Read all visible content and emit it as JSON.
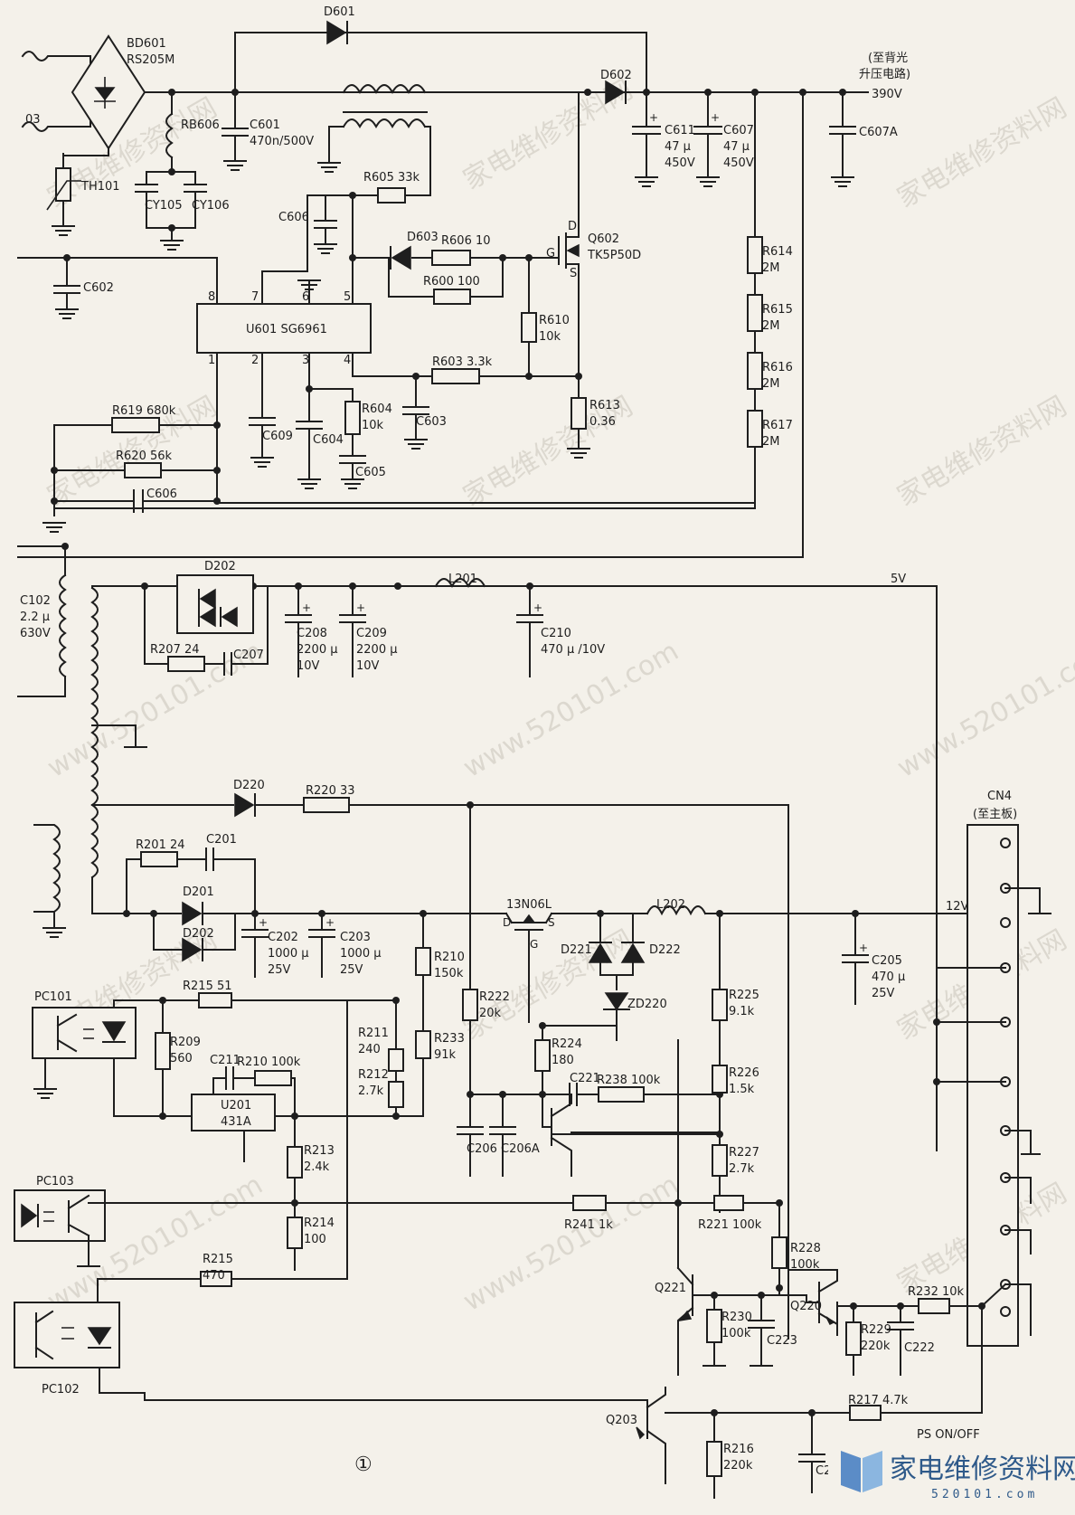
{
  "labels": {
    "bd601": "BD601",
    "rs205m": "RS205M",
    "d601": "D601",
    "d602": "D602",
    "to_backlight_1": "(至背光",
    "to_backlight_2": "升压电路)",
    "v390": "390V",
    "rb606": "RB606",
    "c601": "C601",
    "c601_val": "470n/500V",
    "c611": "C611",
    "c611_val": "47 μ",
    "c611_v": "450V",
    "c607": "C607",
    "c607_val": "47 μ",
    "c607_v": "450V",
    "c607a": "C607A",
    "th101": "TH101",
    "cy105": "CY105",
    "cy106": "CY106",
    "r605": "R605  33k",
    "c606_top": "C606",
    "d603": "D603",
    "r606": "R606  10",
    "q602": "Q602",
    "q602_part": "TK5P50D",
    "pin_d": "D",
    "pin_g": "G",
    "pin_s": "S",
    "r600": "R600  100",
    "c602": "C602",
    "pin8": "8",
    "pin7": "7",
    "pin6": "6",
    "pin5": "5",
    "pin1": "1",
    "pin2": "2",
    "pin3": "3",
    "pin4": "4",
    "u601": "U601  SG6961",
    "r610": "R610",
    "r610_val": "10k",
    "r603": "R603  3.3k",
    "r613": "R613",
    "r613_val": "0.36",
    "r614": "R614",
    "r614_val": "2M",
    "r615": "R615",
    "r615_val": "2M",
    "r616": "R616",
    "r616_val": "2M",
    "r617": "R617",
    "r617_val": "2M",
    "r619": "R619  680k",
    "r620": "R620  56k",
    "c606_bot": "C606",
    "c609": "C609",
    "c604": "C604",
    "r604": "R604",
    "r604_val": "10k",
    "c605": "C605",
    "c603": "C603",
    "label_03": "03",
    "c102": "C102",
    "c102_val": "2.2 μ",
    "c102_v": "630V",
    "d202_top": "D202",
    "r207": "R207  24",
    "c207": "C207",
    "c208": "C208",
    "c208_val": "2200 μ",
    "c208_v": "10V",
    "c209": "C209",
    "c209_val": "2200 μ",
    "c209_v": "10V",
    "l201": "L201",
    "v5": "5V",
    "c210": "C210",
    "c210_val": "470 μ /10V",
    "d220": "D220",
    "r220": "R220  33",
    "cn4": "CN4",
    "cn4_sub": "(至主板)",
    "r201": "R201  24",
    "c201": "C201",
    "d201": "D201",
    "d202_mid": "D202",
    "q13n06l": "13N06L",
    "l202": "L202",
    "v12": "12V",
    "c202": "C202",
    "c202_val": "1000 μ",
    "c202_v": "25V",
    "c203": "C203",
    "c203_val": "1000 μ",
    "c203_v": "25V",
    "r210_top": "R210",
    "r210_val": "150k",
    "d221": "D221",
    "d222": "D222",
    "zd220": "ZD220",
    "c205": "C205",
    "c205_val": "470 μ",
    "c205_v": "25V",
    "pc101": "PC101",
    "r215_top": "R215  51",
    "r209": "R209",
    "r209_val": "560",
    "c211": "C211",
    "r210_mid": "R210  100k",
    "r211": "R211",
    "r211_val": "240",
    "r212": "R212",
    "r212_val": "2.7k",
    "r233": "R233",
    "r233_val": "91k",
    "r222": "R222",
    "r222_val": "20k",
    "r224": "R224",
    "r224_val": "180",
    "c221": "C221",
    "r238": "R238  100k",
    "r225": "R225",
    "r225_val": "9.1k",
    "r226": "R226",
    "r226_val": "1.5k",
    "u201": "U201",
    "u201_part": "431A",
    "c206": "C206",
    "c206a": "C206A",
    "r227": "R227",
    "r227_val": "2.7k",
    "r213": "R213",
    "r213_val": "2.4k",
    "r214": "R214",
    "r214_val": "100",
    "pc103": "PC103",
    "r241": "R241  1k",
    "r221": "R221  100k",
    "r228": "R228",
    "r228_val": "100k",
    "r215_bot": "R215",
    "r215_bot_val": "470",
    "q221": "Q221",
    "q220": "Q220",
    "r230": "R230",
    "r230_val": "100k",
    "c223": "C223",
    "r232": "R232  10k",
    "r229": "R229",
    "r229_val": "220k",
    "c222": "C222",
    "pc102": "PC102",
    "q203": "Q203",
    "r217": "R217  4.7k",
    "ps_onoff": "PS ON/OFF",
    "r216": "R216",
    "r216_val": "220k",
    "c212": "C212",
    "figure_no": "①"
  },
  "watermarks": {
    "site_cn": "家电维修资料网",
    "site_url": "www.520101.com"
  },
  "logo": {
    "text": "家电维修资料网",
    "sub": "520101.com"
  }
}
